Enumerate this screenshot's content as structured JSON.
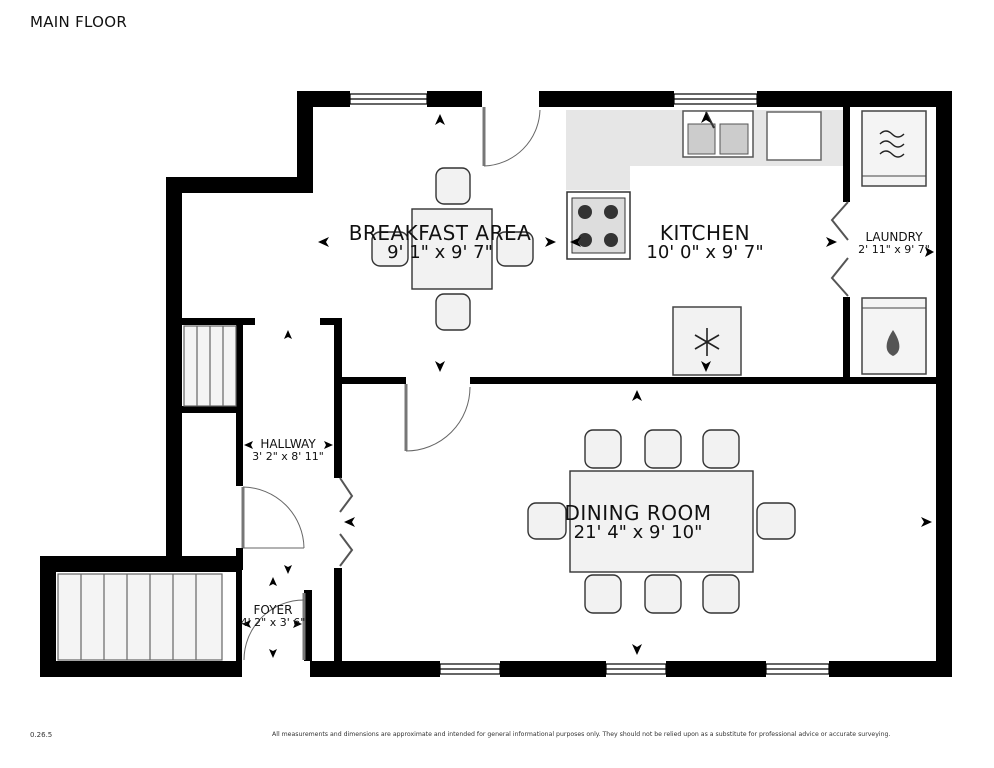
{
  "floor_title": "MAIN FLOOR",
  "rooms": {
    "breakfast": {
      "name": "BREAKFAST AREA",
      "dims": "9' 1\" x 9' 7\""
    },
    "kitchen": {
      "name": "KITCHEN",
      "dims": "10' 0\" x 9' 7\""
    },
    "laundry": {
      "name": "LAUNDRY",
      "dims": "2' 11\" x 9' 7\""
    },
    "hallway": {
      "name": "HALLWAY",
      "dims": "3' 2\" x 8' 11\""
    },
    "dining": {
      "name": "DINING ROOM",
      "dims": "21' 4\" x 9' 10\""
    },
    "foyer": {
      "name": "FOYER",
      "dims": "4' 2\" x 3' 6\""
    }
  },
  "version": "0.26.5",
  "disclaimer": "All measurements and dimensions are approximate and intended for general informational purposes only. They should not be relied upon as a substitute for professional advice or accurate surveying.",
  "icons": [
    "sink-icon",
    "stove-icon",
    "refrigerator-icon",
    "washer-icon",
    "dryer-icon",
    "snowflake-icon",
    "water-drop-icon",
    "door-swing-icon",
    "staircase-icon",
    "dimension-arrow-icon"
  ],
  "colors": {
    "wall": "#000000",
    "counter": "#e6e6e6",
    "furniture": "#f2f2f2",
    "background": "#ffffff"
  }
}
